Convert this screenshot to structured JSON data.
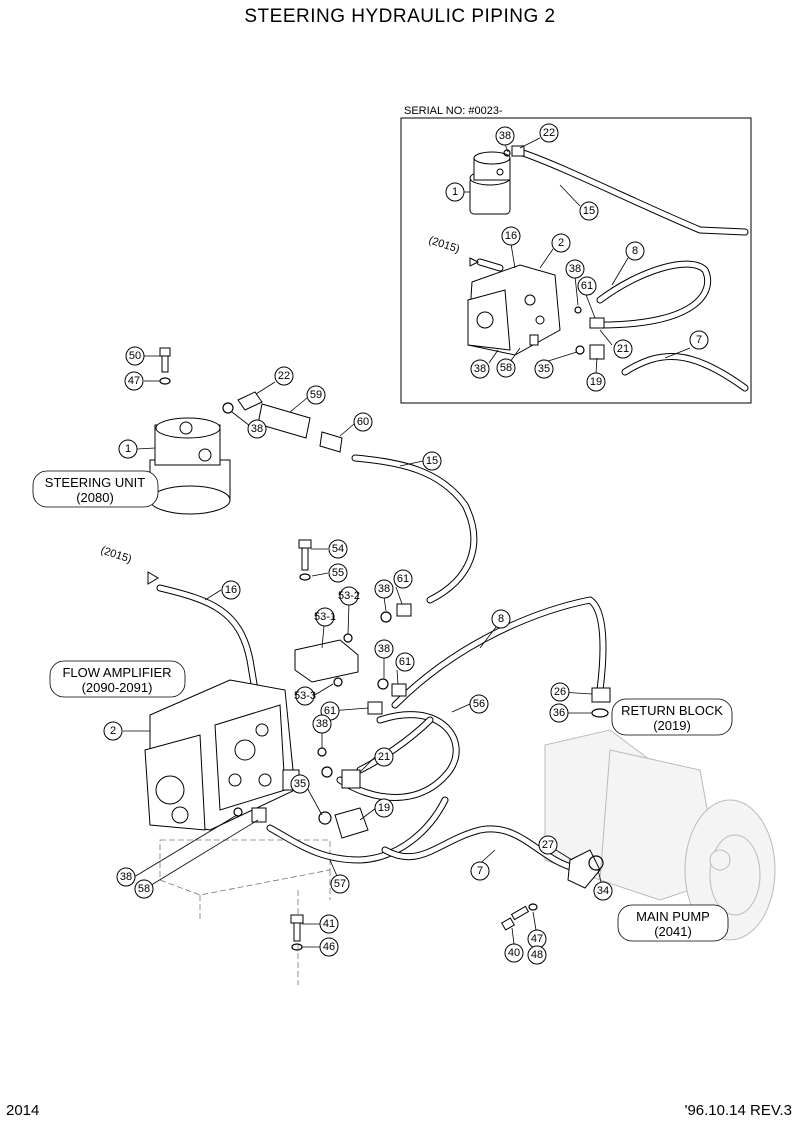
{
  "title": "STEERING HYDRAULIC PIPING 2",
  "footer": {
    "page": "2014",
    "revision": "'96.10.14 REV.3"
  },
  "inset": {
    "serial_label": "SERIAL NO: #0023-",
    "ref_2015": "(2015)"
  },
  "main_ref_2015": "(2015)",
  "callouts": {
    "steering_unit": {
      "name": "STEERING UNIT",
      "ref": "(2080)"
    },
    "flow_amplifier": {
      "name": "FLOW AMPLIFIER",
      "ref": "(2090-2091)"
    },
    "return_block": {
      "name": "RETURN BLOCK",
      "ref": "(2019)"
    },
    "main_pump": {
      "name": "MAIN PUMP",
      "ref": "(2041)"
    }
  },
  "inset_parts": [
    "38",
    "22",
    "1",
    "15",
    "16",
    "2",
    "8",
    "38",
    "61",
    "21",
    "7",
    "38",
    "58",
    "35",
    "19"
  ],
  "main_parts": [
    "50",
    "47",
    "22",
    "59",
    "1",
    "38",
    "60",
    "15",
    "54",
    "55",
    "53-2",
    "38",
    "61",
    "16",
    "53-1",
    "8",
    "38",
    "61",
    "2",
    "53-3",
    "26",
    "61",
    "56",
    "36",
    "38",
    "21",
    "35",
    "19",
    "27",
    "7",
    "38",
    "58",
    "57",
    "34",
    "41",
    "46",
    "40",
    "47",
    "48"
  ],
  "icons": {
    "steering_unit": "steering-unit-icon",
    "flow_amplifier": "flow-amplifier-icon",
    "main_pump": "main-pump-icon",
    "bolt": "bolt-icon",
    "o_ring": "o-ring-icon",
    "hose": "hose-icon",
    "arrow": "reference-arrow-icon"
  }
}
